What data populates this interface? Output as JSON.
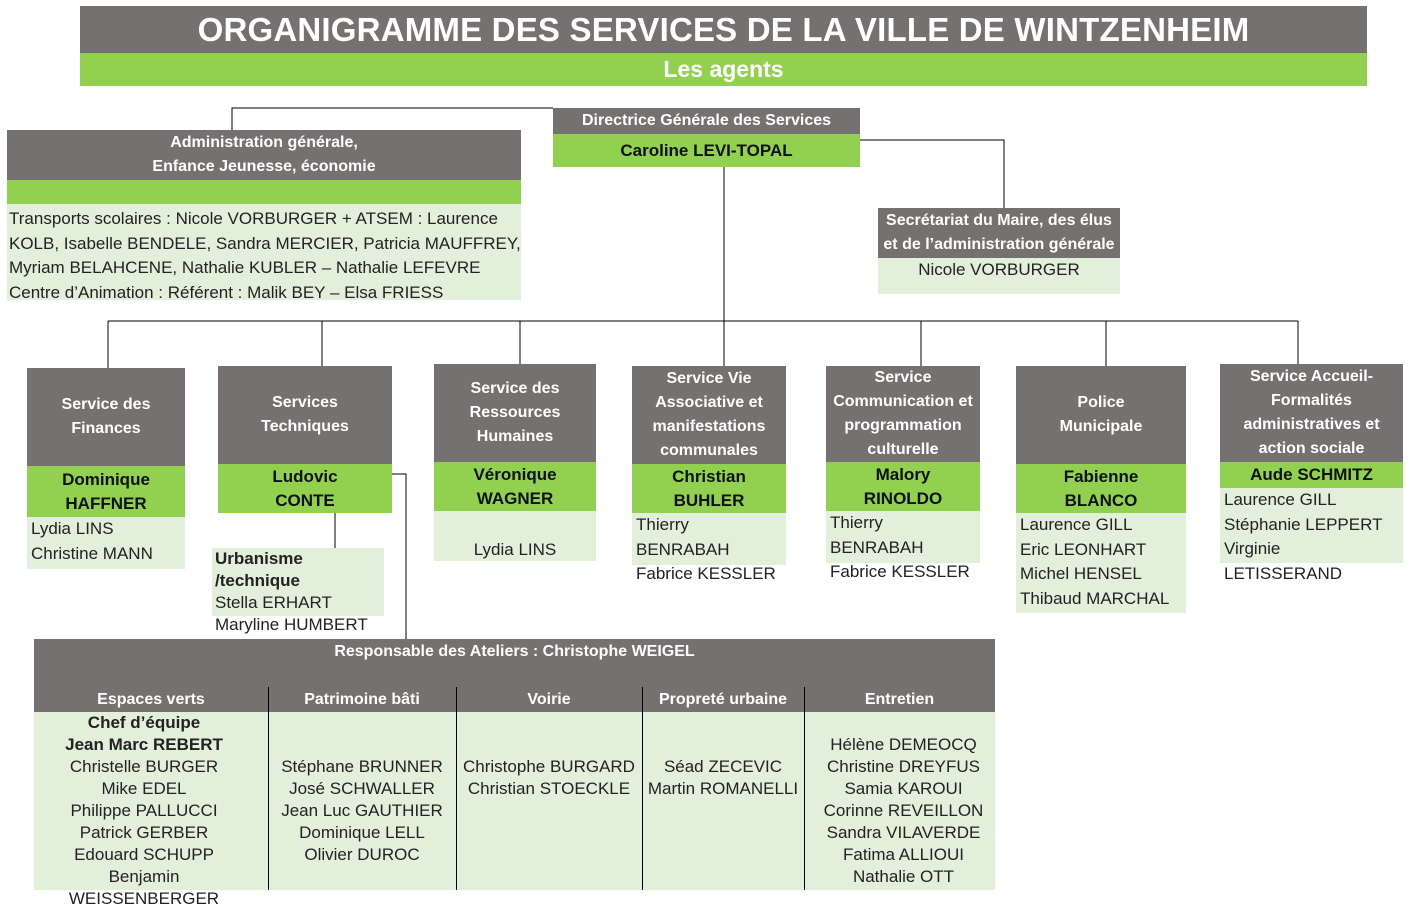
{
  "header": {
    "title": "ORGANIGRAMME DES SERVICES DE LA VILLE DE WINTZENHEIM",
    "subtitle": "Les agents"
  },
  "dgs": {
    "role": "Directrice Générale des Services",
    "name": "Caroline LEVI-TOPAL"
  },
  "admin": {
    "title": "Administration générale,\nEnfance Jeunesse, économie",
    "lines": [
      "Transports scolaires : Nicole VORBURGER + ATSEM : Laurence",
      "KOLB, Isabelle BENDELE, Sandra MERCIER, Patricia MAUFFREY,",
      "Myriam BELAHCENE, Nathalie KUBLER – Nathalie LEFEVRE",
      "Centre d’Animation : Référent : Malik BEY – Elsa FRIESS"
    ]
  },
  "secretariat": {
    "title": "Secrétariat du Maire, des élus\net de l’administration générale",
    "name": "Nicole VORBURGER"
  },
  "services": [
    {
      "title": "Service des\nFinances",
      "manager": "Dominique\nHAFFNER",
      "agents": [
        "Lydia LINS",
        "Christine MANN"
      ]
    },
    {
      "title": "Services\nTechniques",
      "manager": "Ludovic\nCONTE",
      "agents": []
    },
    {
      "title": "Service des\nRessources\nHumaines",
      "manager": "Véronique\nWAGNER",
      "agents": [
        "Lydia LINS"
      ]
    },
    {
      "title": "Service Vie\nAssociative et\nmanifestations\ncommunales",
      "manager": "Christian\nBUHLER",
      "agents": [
        "Thierry BENRABAH",
        "Fabrice KESSLER"
      ]
    },
    {
      "title": "Service\nCommunication et\nprogrammation\nculturelle",
      "manager": "Malory\nRINOLDO",
      "agents": [
        "Thierry BENRABAH",
        "Fabrice KESSLER"
      ]
    },
    {
      "title": "Police\nMunicipale",
      "manager": "Fabienne\nBLANCO",
      "agents": [
        "Laurence GILL",
        "Eric LEONHART",
        "Michel HENSEL",
        "Thibaud MARCHAL"
      ]
    },
    {
      "title": "Service Accueil-\nFormalités\nadministratives et\naction sociale",
      "manager": "Aude SCHMITZ",
      "agents": [
        "Laurence GILL",
        "Stéphanie LEPPERT",
        "Virginie LETISSERAND"
      ]
    }
  ],
  "urbanisme": {
    "title": "Urbanisme /technique",
    "agents": [
      "Stella ERHART",
      "Maryline HUMBERT"
    ]
  },
  "ateliers": {
    "title": "Responsable des Ateliers : Christophe WEIGEL",
    "columns": [
      {
        "head": "Espaces verts",
        "chef_label": "Chef d’équipe",
        "chef_name": "Jean Marc REBERT",
        "agents": [
          "Christelle BURGER",
          "Mike EDEL",
          "Philippe PALLUCCI",
          "Patrick GERBER",
          "Edouard SCHUPP",
          "Benjamin WEISSENBERGER"
        ]
      },
      {
        "head": "Patrimoine bâti",
        "agents": [
          "Stéphane BRUNNER",
          "José SCHWALLER",
          "Jean Luc GAUTHIER",
          "Dominique LELL",
          "Olivier DUROC"
        ]
      },
      {
        "head": "Voirie",
        "agents": [
          "Christophe BURGARD",
          "Christian STOECKLE"
        ]
      },
      {
        "head": "Propreté urbaine",
        "agents": [
          "Séad ZECEVIC",
          "Martin ROMANELLI"
        ]
      },
      {
        "head": "Entretien",
        "agents": [
          "Hélène DEMEOCQ",
          "Christine DREYFUS",
          "Samia KAROUI",
          "Corinne REVEILLON",
          "Sandra VILAVERDE",
          "Fatima ALLIOUI",
          "Nathalie OTT"
        ]
      }
    ]
  },
  "colors": {
    "gray": "#767171",
    "green": "#92d050",
    "light_green": "#e2efda"
  }
}
